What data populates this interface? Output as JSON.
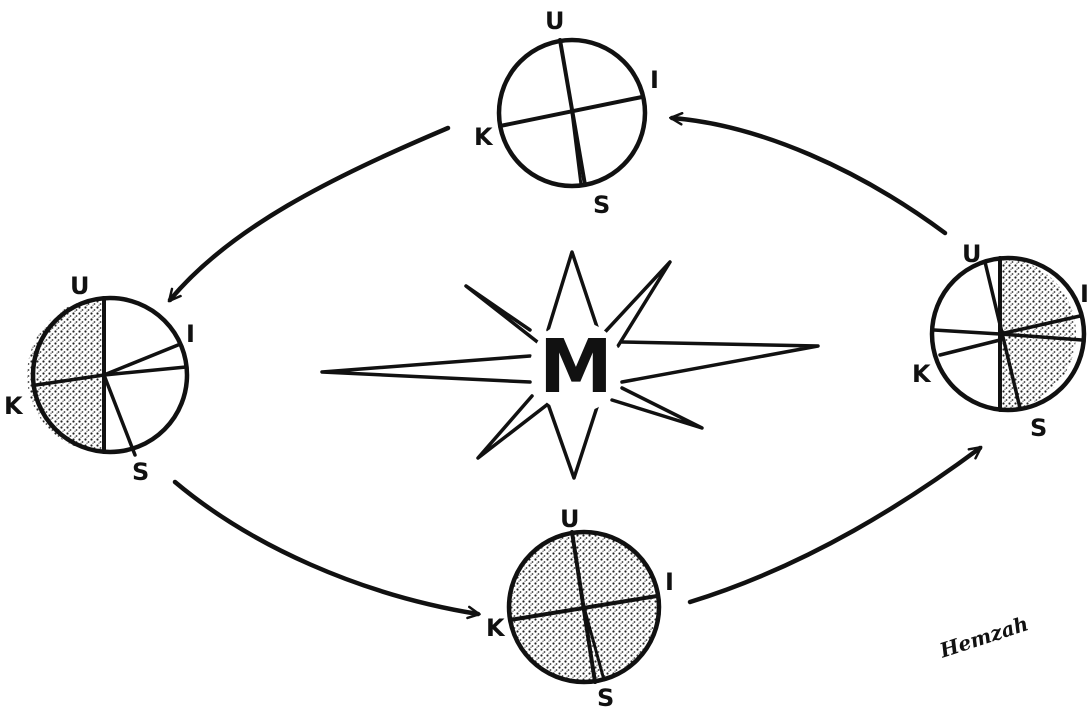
{
  "diagram": {
    "center_emblem": "M",
    "signature": "Hemzah",
    "colors": {
      "ink": "#111111",
      "paper": "#ffffff",
      "shade": "#8a8a8a"
    },
    "phases": [
      {
        "id": "top",
        "shading": "none",
        "labels": {
          "north": "U",
          "east": "I",
          "south": "S",
          "west": "K"
        }
      },
      {
        "id": "left",
        "shading": "left-half",
        "labels": {
          "north": "U",
          "east": "I",
          "south": "S",
          "west": "K"
        }
      },
      {
        "id": "bottom",
        "shading": "full",
        "labels": {
          "north": "U",
          "east": "I",
          "south": "S",
          "west": "K"
        }
      },
      {
        "id": "right",
        "shading": "right-half",
        "labels": {
          "north": "U",
          "east": "I",
          "south": "S",
          "west": "K"
        }
      }
    ]
  }
}
